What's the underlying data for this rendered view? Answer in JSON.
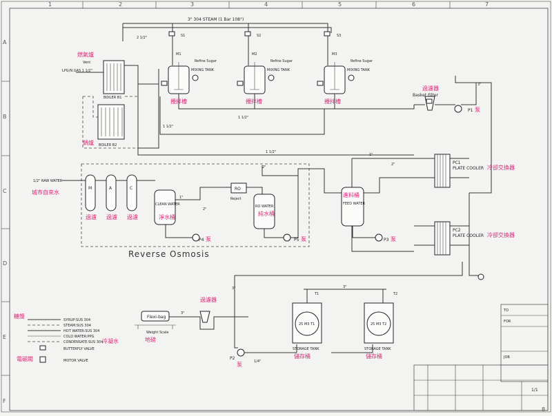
{
  "grid": {
    "columns": [
      "1",
      "2",
      "3",
      "4",
      "5",
      "6",
      "7",
      "8"
    ],
    "rows": [
      "A",
      "B",
      "C",
      "D",
      "E",
      "F"
    ]
  },
  "steam_header": "3\" 304  STEAM (1 Bar 108°)",
  "pipe_sizes": {
    "a": "2 1/2\"",
    "b": "1 1/2\"",
    "c": "1 1/2\"",
    "d": "1 1/2\"",
    "e": "1\"",
    "f": "3\"",
    "g": "3\"",
    "h": "2\"",
    "i": "1/4\"",
    "j": "1\"",
    "k": "2\"",
    "l": "3\"",
    "m": "3\"",
    "n": "1/2\""
  },
  "boiler": {
    "vent": "Vent",
    "fuel": "LPG/N.GAS 1 1/2\"",
    "b1": "BOILER B1",
    "b2": "BOILER B2",
    "note_b1": "燃氣爐",
    "note_b2": "鍋爐"
  },
  "mixing_tanks": [
    {
      "title": "MIXING TANK",
      "feed": "Refine Sugar",
      "motor": "M1",
      "valve": "S1",
      "note": "攪拌槽"
    },
    {
      "title": "MIXING TANK",
      "feed": "Refine Sugar",
      "motor": "M2",
      "valve": "S2",
      "note": "攪拌槽"
    },
    {
      "title": "MIXING TANK",
      "feed": "Refine Sugar",
      "motor": "M3",
      "valve": "S3",
      "note": "攪拌槽"
    }
  ],
  "basket_filter": {
    "label": "Basket Filter",
    "note": "過濾器"
  },
  "pump_p1": {
    "label": "P1",
    "note": "泵"
  },
  "plate_coolers": [
    {
      "label": "PLATE COOLER",
      "tag": "PC1",
      "note": "冷卻交換器"
    },
    {
      "label": "PLATE COOLER",
      "tag": "PC2",
      "note": "冷卻交換器"
    }
  ],
  "ro": {
    "title": "Reverse Osmosis",
    "inlet": "1/2\" RAW WATER",
    "inlet_note": "城市自來水",
    "filters": [
      "M",
      "A",
      "C"
    ],
    "filter_notes": [
      "過濾",
      "過濾",
      "過濾"
    ],
    "clean_tank": "CLEAN WATER",
    "clean_note": "淨水桶",
    "ro_unit": "RO",
    "reject": "Reject",
    "ro_tank": "RO WATER",
    "ro_note": "純水桶",
    "p4": "P4",
    "p4_note": "泵",
    "p5": "P5",
    "p5_note": "泵",
    "feed_tank": "FEED WATER",
    "feed_note": "進料桶",
    "p3": "P3",
    "p3_note": "泵"
  },
  "storage": {
    "flexibag": "Flexi-bag",
    "weight": "Weight Scale",
    "bag_note": "地磅",
    "filter_note": "過濾器",
    "p2": "P2",
    "p2_note": "泵",
    "tanks": [
      {
        "id": "T1",
        "cap": "25 M3 T1",
        "label": "STORAGE TANK",
        "note": "儲存桶"
      },
      {
        "id": "T2",
        "cap": "25 M3 T2",
        "label": "STORAGE TANK",
        "note": "儲存桶"
      }
    ]
  },
  "legend": [
    {
      "text": "SYRUP:SUS 304",
      "note": "糖漿"
    },
    {
      "text": "STEAM:SUS 304",
      "note": ""
    },
    {
      "text": "HOT WATER:SUS 304",
      "note": ""
    },
    {
      "text": "COLD WATER:PPG",
      "note": ""
    },
    {
      "text": "CONDENSATE:SUS 304",
      "note": "冷凝水"
    },
    {
      "text": "BUTTERFLY VALVE",
      "note": ""
    },
    {
      "text": "MOTOR VALVE",
      "note": "電磁閥"
    }
  ],
  "title_block": {
    "to": "TO",
    "for": "FOR",
    "job": "JOB",
    "sheet": "1/1"
  }
}
